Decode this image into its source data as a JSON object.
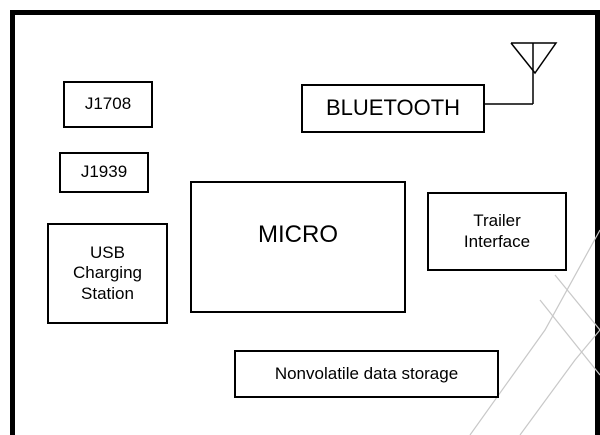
{
  "diagram": {
    "blocks": {
      "j1708": "J1708",
      "j1939": "J1939",
      "usb": "USB\nCharging\nStation",
      "bluetooth": "BLUETOOTH",
      "micro": "MICRO",
      "trailer": "Trailer\nInterface",
      "storage": "Nonvolatile data storage"
    }
  }
}
